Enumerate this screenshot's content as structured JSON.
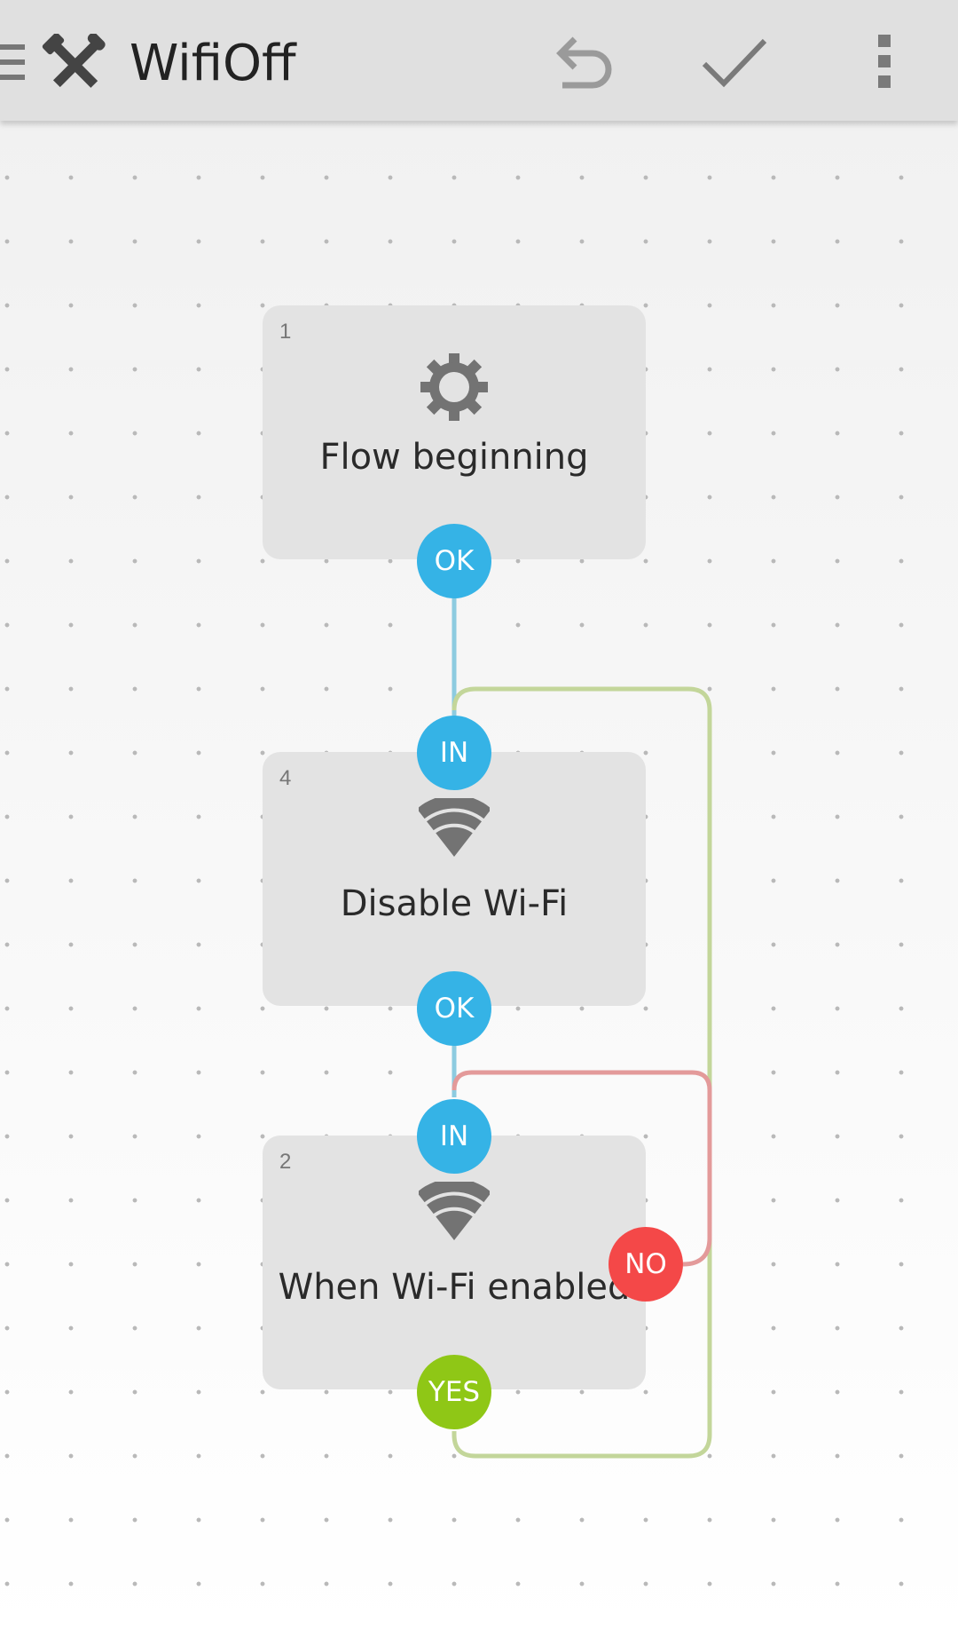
{
  "toolbar": {
    "title": "WifiOff",
    "icons": [
      "menu-icon",
      "tools-icon",
      "undo-icon",
      "check-icon",
      "more-vert-icon"
    ]
  },
  "colors": {
    "port_blue": "#35b3e6",
    "port_red": "#f44848",
    "port_green": "#8fc716",
    "link_blue": "#8dcbe0",
    "link_green": "#c3d69a",
    "link_red": "#e39a9a"
  },
  "nodes": [
    {
      "id": "1",
      "label": "Flow beginning",
      "icon": "gear-icon",
      "ports": [
        "OK"
      ]
    },
    {
      "id": "4",
      "label": "Disable Wi-Fi",
      "icon": "wifi-icon",
      "ports": [
        "IN",
        "OK"
      ]
    },
    {
      "id": "2",
      "label": "When Wi-Fi enabled",
      "icon": "wifi-icon",
      "ports": [
        "IN",
        "NO",
        "YES"
      ]
    }
  ]
}
